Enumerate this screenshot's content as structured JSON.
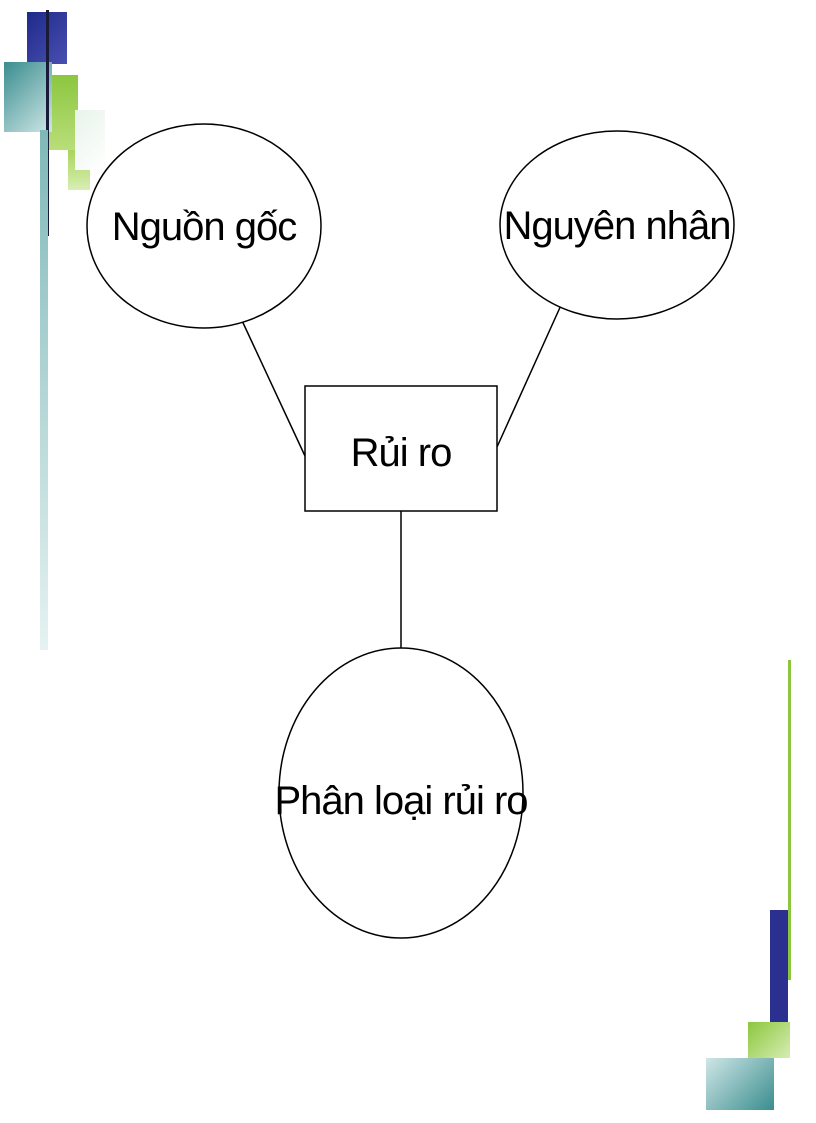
{
  "diagram": {
    "center": {
      "label": "Rủi ro"
    },
    "nodes": [
      {
        "id": "source",
        "label": "Nguồn gốc"
      },
      {
        "id": "cause",
        "label": "Nguyên nhân"
      },
      {
        "id": "classification",
        "label": "Phân loại rủi ro"
      }
    ]
  },
  "colors": {
    "navy": "#2b2f8f",
    "lime": "#8cc63f",
    "teal": "#3a8d8f",
    "line": "#000000"
  }
}
